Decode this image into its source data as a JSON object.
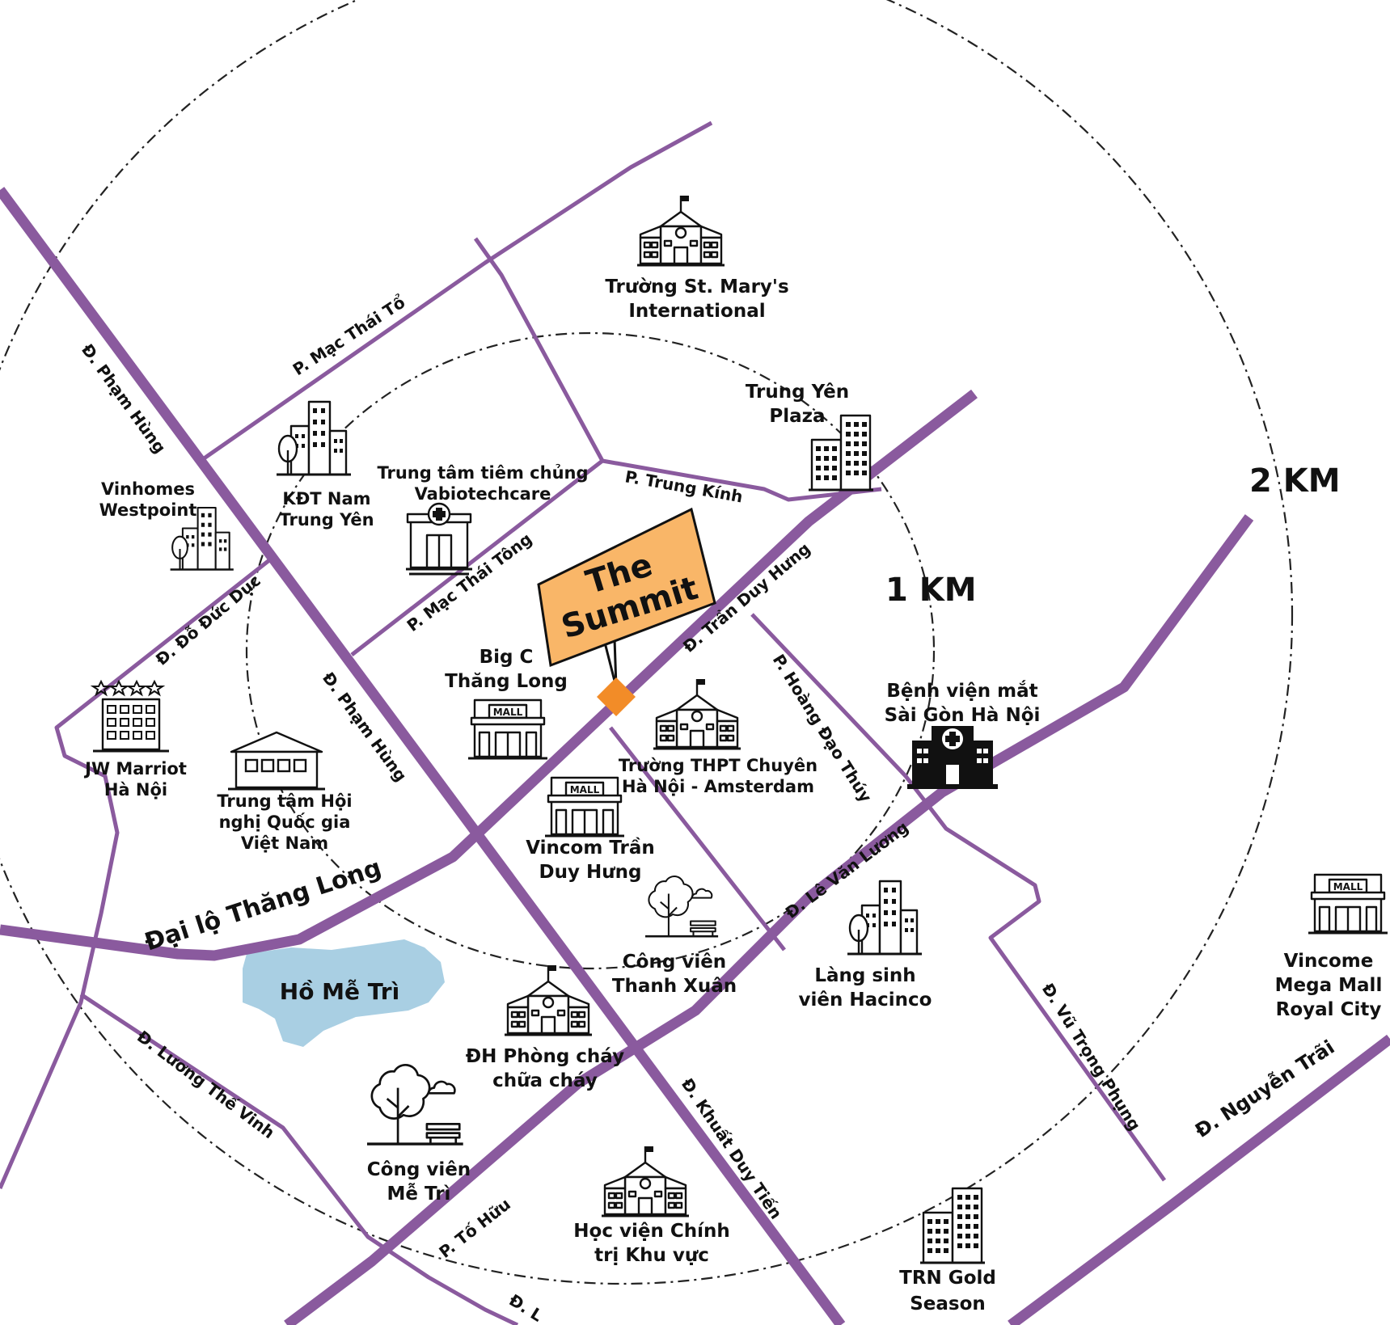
{
  "rings": {
    "inner": "1 KM",
    "outer": "2 KM"
  },
  "project": {
    "name_line1": "The",
    "name_line2": "Summit",
    "accent_color": "#f9b668",
    "marker_color": "#f28c28"
  },
  "colors": {
    "road": "#8a5a9e",
    "lake": "#a9cfe3"
  },
  "roads": {
    "pham_hung_top": "Đ. Phạm Hùng",
    "pham_hung_mid": "Đ. Phạm Hùng",
    "mac_thai_to": "P. Mạc Thái Tổ",
    "mac_thai_tong": "P. Mạc Thái Tông",
    "trung_kinh": "P. Trung Kính",
    "tran_duy_hung": "Đ. Trần Duy Hưng",
    "do_duc_duc": "Đ. Đỗ Đức Dục",
    "hoang_dao_thuy": "P. Hoàng Đạo Thúy",
    "le_van_luong": "Đ. Lê Văn Lương",
    "thang_long": "Đại lộ Thăng Long",
    "luong_the_vinh": "Đ. Lương Thế Vinh",
    "khuat_duy_tien": "Đ. Khuất Duy Tiến",
    "vu_trong_phung": "Đ. Vũ Trọng Phụng",
    "nguyen_trai": "Đ. Nguyễn Trãi",
    "to_huu": "P. Tố Hữu",
    "partial_bottom": "Đ. L"
  },
  "pois": {
    "st_marys": [
      "Trường St. Mary's",
      "International"
    ],
    "trung_yen_plaza": [
      "Trung Yên",
      "Plaza"
    ],
    "kdt_nam_trung_yen": [
      "KĐT Nam",
      "Trung Yên"
    ],
    "vabiotech": [
      "Trung tâm tiêm chủng",
      "Vabiotechcare"
    ],
    "vinhomes_westpoint": [
      "Vinhomes",
      "Westpoint"
    ],
    "big_c": [
      "Big C",
      "Thăng Long"
    ],
    "jw_marriott": [
      "JW Marriot",
      "Hà Nội"
    ],
    "convention_center": [
      "Trung tâm Hội",
      "nghị Quốc gia",
      "Việt Nam"
    ],
    "amsterdam": [
      "Trường THPT Chuyên",
      "Hà Nội - Amsterdam"
    ],
    "eye_hospital": [
      "Bệnh viện mắt",
      "Sài Gòn Hà Nội"
    ],
    "vincom_tdh": [
      "Vincom Trần",
      "Duy Hưng"
    ],
    "thanh_xuan_park": [
      "Công viên",
      "Thanh Xuân"
    ],
    "hacinco": [
      "Làng sinh",
      "viên Hacinco"
    ],
    "ho_me_tri": "Hồ Mễ Trì",
    "fire_university": [
      "ĐH Phòng cháy",
      "chữa cháy"
    ],
    "me_tri_park": [
      "Công viên",
      "Mễ Trì"
    ],
    "political_academy": [
      "Học viện Chính",
      "trị Khu vực"
    ],
    "royal_city": [
      "Vincome",
      "Mega Mall",
      "Royal City"
    ],
    "trn_gold": [
      "TRN Gold",
      "Season"
    ],
    "mall_sign": "MALL"
  }
}
